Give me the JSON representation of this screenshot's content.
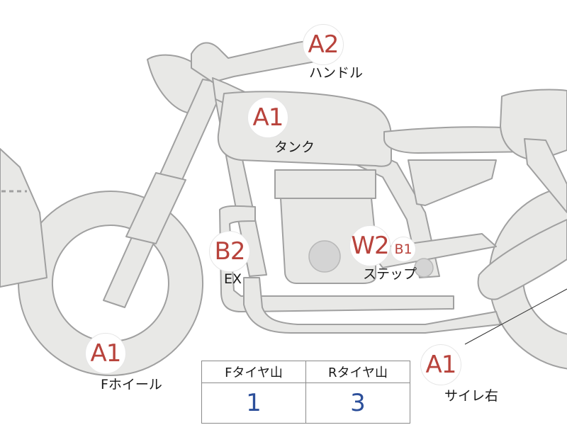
{
  "colors": {
    "part_fill": "#e8e8e6",
    "part_stroke": "#a0a0a0",
    "code_text": "#b8433c",
    "count_text": "#2c4f9a"
  },
  "parts": [
    {
      "id": "handle",
      "code": "A2",
      "label": "ハンドル"
    },
    {
      "id": "tank",
      "code": "A1",
      "label": "タンク"
    },
    {
      "id": "exhaust",
      "code": "B2",
      "label": "EX"
    },
    {
      "id": "step",
      "code": "W2",
      "code_secondary": "B1",
      "label": "ステップ"
    },
    {
      "id": "front-wheel",
      "code": "A1",
      "label": "Fホイール"
    },
    {
      "id": "rear-muffler",
      "code": "A1",
      "label": "サイレ右"
    }
  ],
  "tire_table": {
    "headers": [
      "Fタイヤ山",
      "Rタイヤ山"
    ],
    "values": [
      "1",
      "3"
    ]
  }
}
